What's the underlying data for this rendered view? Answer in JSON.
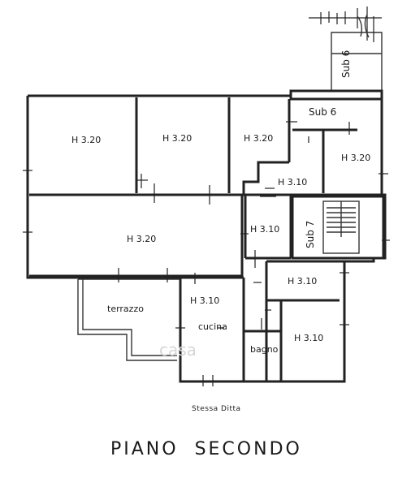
{
  "rooms": {
    "r1": "H 3.20",
    "r2": "H 3.20",
    "r3": "H 3.20",
    "r4": "H 3.20",
    "r5": "H 3.20",
    "r6": "H 3.10",
    "r7": "H 3.10",
    "r8": "H 3.10",
    "r9": "H 3.10",
    "r10": "H 3.10"
  },
  "labels": {
    "terrazzo": "terrazzo",
    "cucina": "cucina",
    "bagno": "bagno",
    "sub6": "Sub 6",
    "sub7": "Sub 7",
    "sub6_vertical": "Sub 6",
    "note": "Stessa Ditta",
    "title": "PIANO  SECONDO"
  }
}
